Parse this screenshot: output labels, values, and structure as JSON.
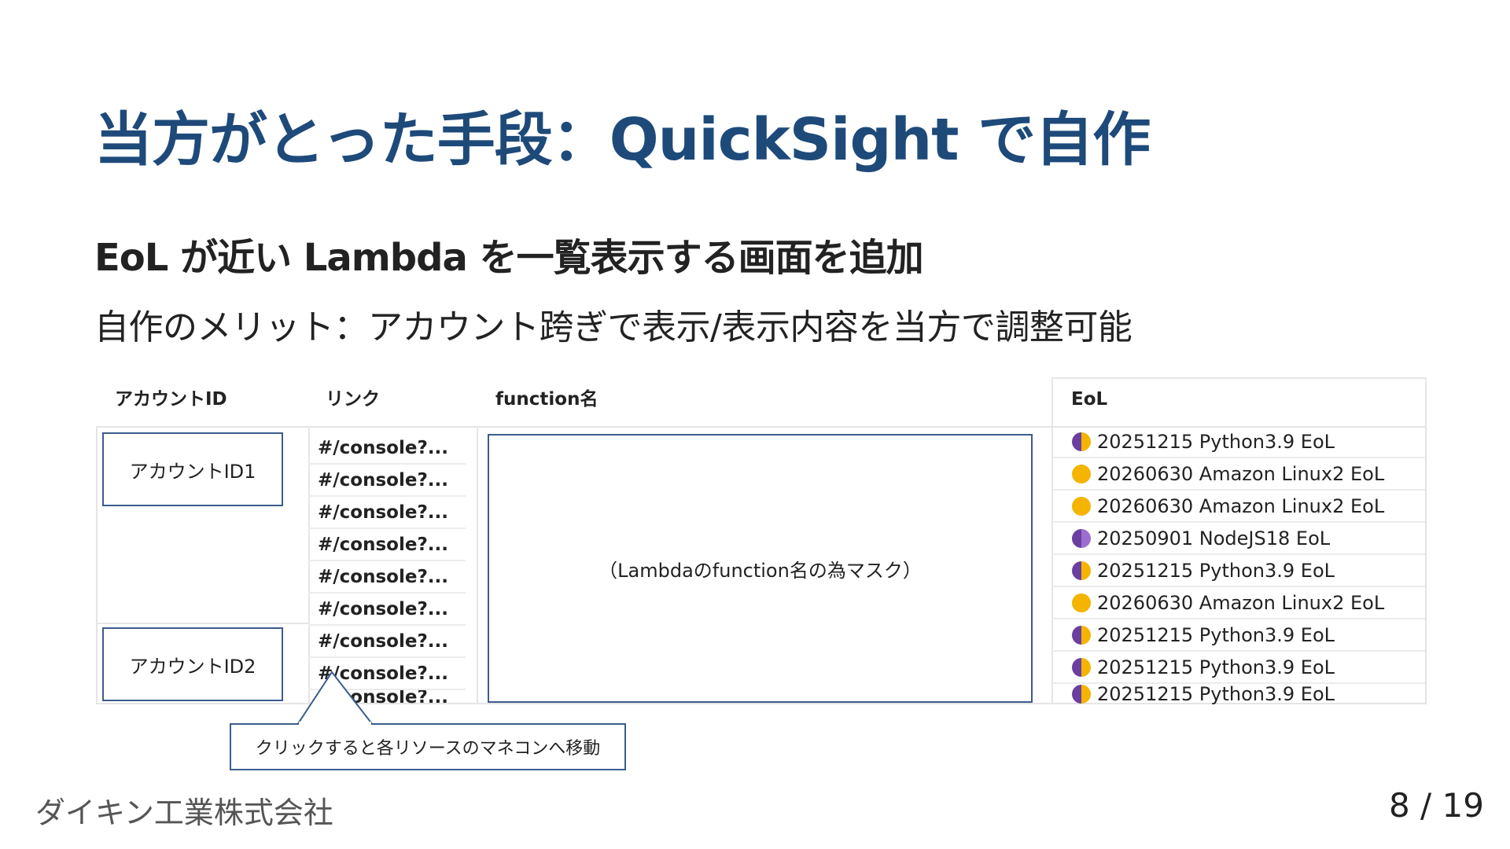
{
  "slide": {
    "title": "当方がとった手段：QuickSight で自作",
    "subtitle": "EoL が近い Lambda を一覧表示する画面を追加",
    "description": "自作のメリット：アカウント跨ぎで表示/表示内容を当方で調整可能",
    "company": "ダイキン工業株式会社",
    "page_number": "8 / 19"
  },
  "table": {
    "headers": {
      "account": "アカウントID",
      "link": "リンク",
      "function": "function名",
      "eol": "EoL"
    },
    "accounts": [
      {
        "label": "アカウントID1"
      },
      {
        "label": "アカウントID2"
      }
    ],
    "links": [
      "#/console?...",
      "#/console?...",
      "#/console?...",
      "#/console?...",
      "#/console?...",
      "#/console?...",
      "#/console?...",
      "#/console?...",
      "#/console?..."
    ],
    "function_mask": "（Lambdaのfunction名の為マスク）",
    "eol_rows": [
      {
        "text": "20251215 Python3.9 EoL",
        "color": "#6a3fa0",
        "accent": "#f4b400"
      },
      {
        "text": "20260630 Amazon Linux2 EoL",
        "color": "#f4b400",
        "accent": "#f4b400"
      },
      {
        "text": "20260630 Amazon Linux2 EoL",
        "color": "#f4b400",
        "accent": "#f4b400"
      },
      {
        "text": "20250901 NodeJS18 EoL",
        "color": "#6a3fa0",
        "accent": "#9b6fd0"
      },
      {
        "text": "20251215 Python3.9 EoL",
        "color": "#6a3fa0",
        "accent": "#f4b400"
      },
      {
        "text": "20260630 Amazon Linux2 EoL",
        "color": "#f4b400",
        "accent": "#f4b400"
      },
      {
        "text": "20251215 Python3.9 EoL",
        "color": "#6a3fa0",
        "accent": "#f4b400"
      },
      {
        "text": "20251215 Python3.9 EoL",
        "color": "#6a3fa0",
        "accent": "#f4b400"
      },
      {
        "text": "20251215 Python3.9 EoL",
        "color": "#6a3fa0",
        "accent": "#f4b400"
      }
    ]
  },
  "callout": {
    "text": "クリックすると各リソースのマネコンへ移動"
  },
  "colors": {
    "title": "#1e4a7a",
    "box_border": "#3b5c8f"
  }
}
